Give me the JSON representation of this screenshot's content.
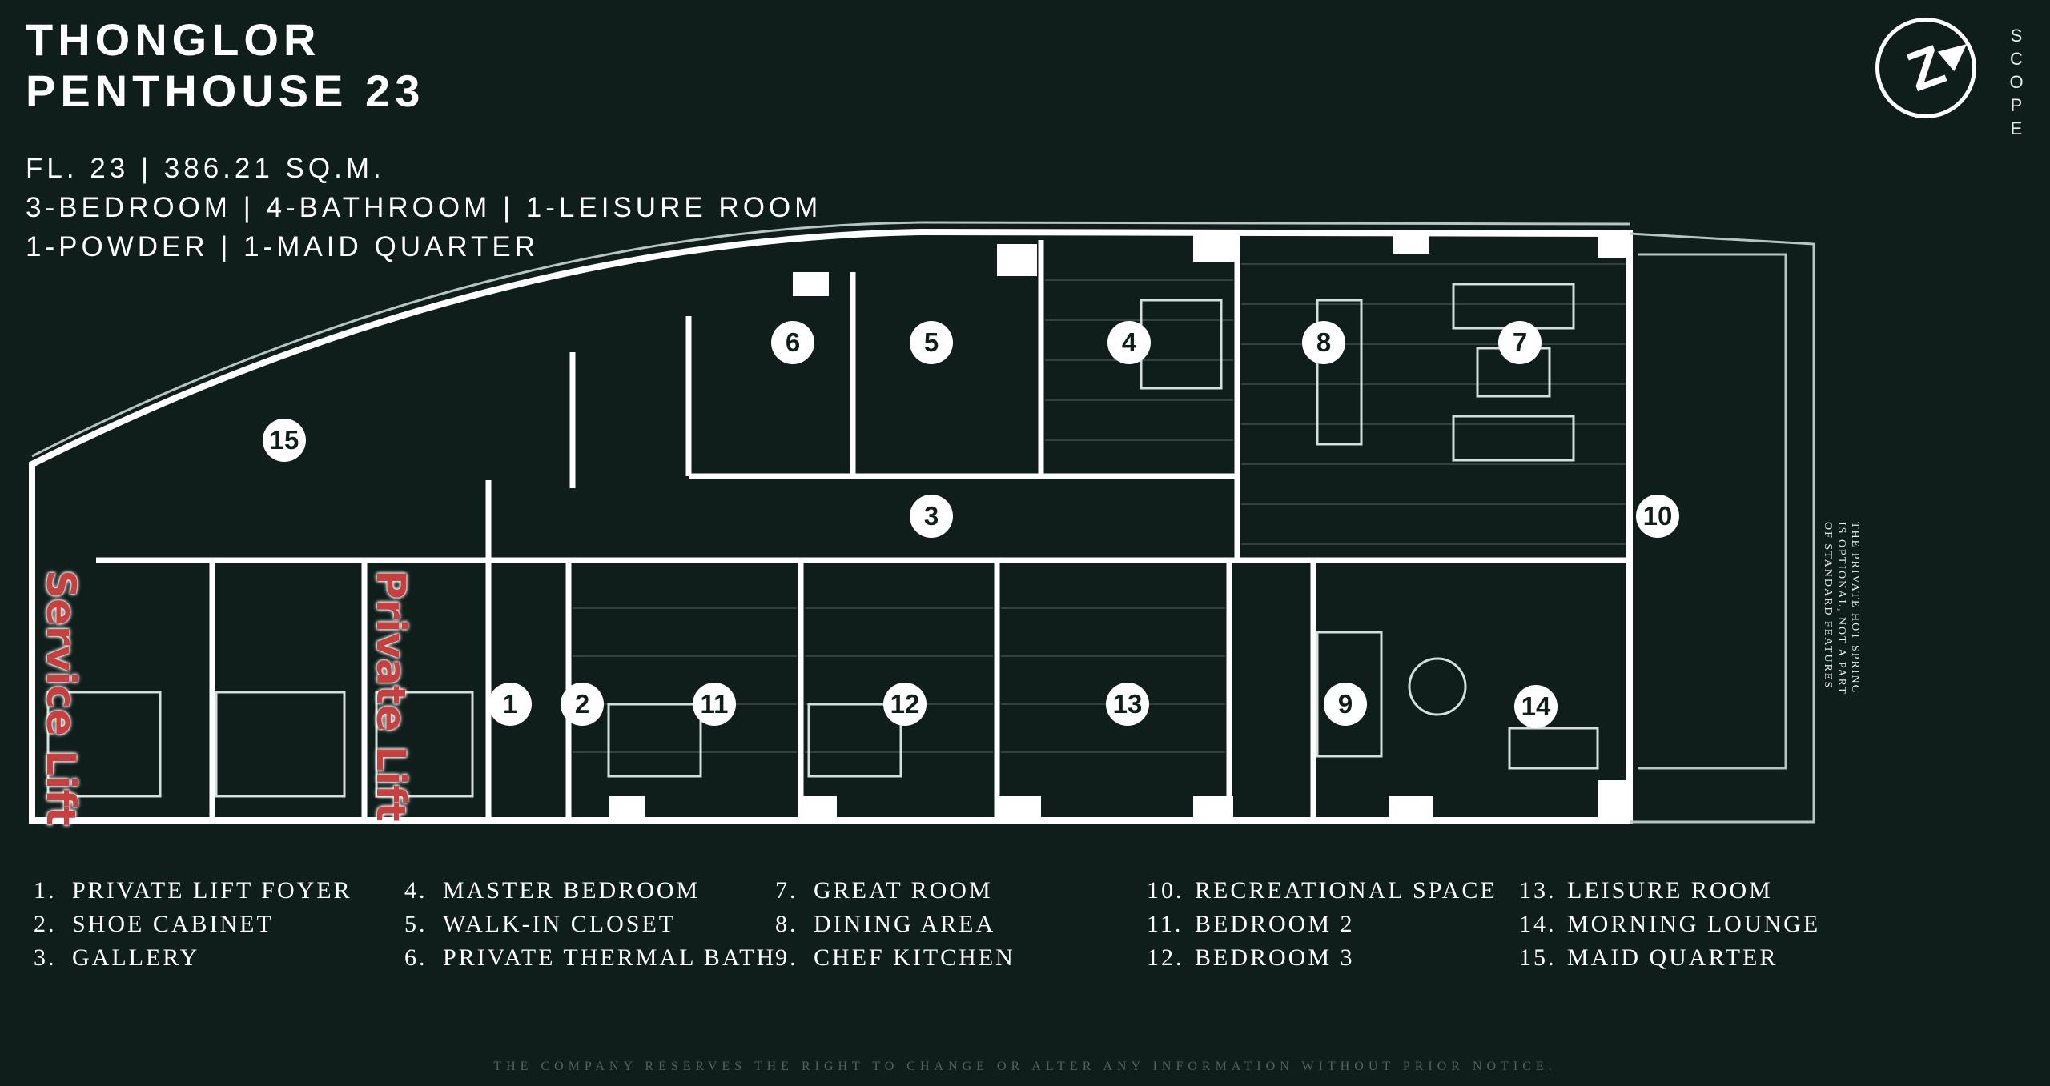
{
  "header": {
    "title_line1": "THONGLOR",
    "title_line2": "PENTHOUSE 23",
    "spec_line1": "FL. 23 | 386.21 SQ.M.",
    "spec_line2": "3-BEDROOM | 4-BATHROOM | 1-LEISURE ROOM",
    "spec_line3": "1-POWDER | 1-MAID QUARTER"
  },
  "brand": {
    "letters": [
      "S",
      "C",
      "O",
      "P",
      "E"
    ],
    "logo_letter": "Z"
  },
  "plan_labels": {
    "service_lift": "Service Lift",
    "private_lift": "Private Lift",
    "lift_text_color": "#c4413f"
  },
  "room_markers": [
    "1",
    "2",
    "3",
    "4",
    "5",
    "6",
    "7",
    "8",
    "9",
    "10",
    "11",
    "12",
    "13",
    "14",
    "15"
  ],
  "legend": [
    [
      {
        "num": "1.",
        "name": "PRIVATE LIFT FOYER"
      },
      {
        "num": "2.",
        "name": "SHOE CABINET"
      },
      {
        "num": "3.",
        "name": "GALLERY"
      }
    ],
    [
      {
        "num": "4.",
        "name": "MASTER BEDROOM"
      },
      {
        "num": "5.",
        "name": "WALK-IN CLOSET"
      },
      {
        "num": "6.",
        "name": "PRIVATE THERMAL BATH"
      }
    ],
    [
      {
        "num": "7.",
        "name": "GREAT ROOM"
      },
      {
        "num": "8.",
        "name": "DINING AREA"
      },
      {
        "num": "9.",
        "name": "CHEF KITCHEN"
      }
    ],
    [
      {
        "num": "10.",
        "name": "RECREATIONAL SPACE"
      },
      {
        "num": "11.",
        "name": "BEDROOM 2"
      },
      {
        "num": "12.",
        "name": "BEDROOM 3"
      }
    ],
    [
      {
        "num": "13.",
        "name": "LEISURE ROOM"
      },
      {
        "num": "14.",
        "name": "MORNING LOUNGE"
      },
      {
        "num": "15.",
        "name": "MAID QUARTER"
      }
    ]
  ],
  "side_note": [
    "THE PRIVATE HOT SPRING",
    "IS OPTIONAL, NOT A PART",
    "OF STANDARD FEATURES"
  ],
  "disclaimer": "THE COMPANY RESERVES THE RIGHT TO CHANGE OR ALTER ANY INFORMATION WITHOUT PRIOR NOTICE.",
  "colors": {
    "background": "#0f1d1b",
    "wall": "#ffffff",
    "line": "#b9c3c1"
  }
}
